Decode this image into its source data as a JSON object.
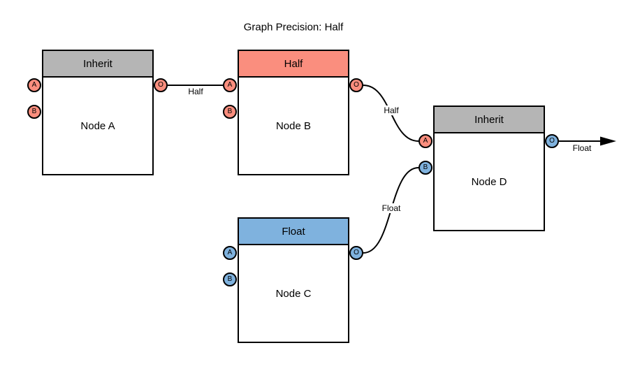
{
  "title": "Graph Precision: Half",
  "colors": {
    "salmon": "#FA8E7E",
    "blue": "#7FB2DE",
    "gray": "#B5B5B5",
    "stroke": "#000000",
    "background": "#FFFFFF"
  },
  "nodes": [
    {
      "name": "Node A",
      "header": "Inherit",
      "header_color": "#B5B5B5",
      "ports": [
        {
          "label": "A",
          "color": "#FA8E7E"
        },
        {
          "label": "B",
          "color": "#FA8E7E"
        },
        {
          "label": "O",
          "color": "#FA8E7E"
        }
      ]
    },
    {
      "name": "Node B",
      "header": "Half",
      "header_color": "#FA8E7E",
      "ports": [
        {
          "label": "A",
          "color": "#FA8E7E"
        },
        {
          "label": "B",
          "color": "#FA8E7E"
        },
        {
          "label": "O",
          "color": "#FA8E7E"
        }
      ]
    },
    {
      "name": "Node C",
      "header": "Float",
      "header_color": "#7FB2DE",
      "ports": [
        {
          "label": "A",
          "color": "#7FB2DE"
        },
        {
          "label": "B",
          "color": "#7FB2DE"
        },
        {
          "label": "O",
          "color": "#7FB2DE"
        }
      ]
    },
    {
      "name": "Node D",
      "header": "Inherit",
      "header_color": "#B5B5B5",
      "ports": [
        {
          "label": "A",
          "color": "#FA8E7E"
        },
        {
          "label": "B",
          "color": "#7FB2DE"
        },
        {
          "label": "O",
          "color": "#7FB2DE"
        }
      ]
    }
  ],
  "edges": [
    {
      "from": "Node A.O",
      "to": "Node B.A",
      "label": "Half"
    },
    {
      "from": "Node B.O",
      "to": "Node D.A",
      "label": "Half"
    },
    {
      "from": "Node C.O",
      "to": "Node D.B",
      "label": "Float"
    },
    {
      "from": "Node D.O",
      "to": "graph-output",
      "label": "Float"
    }
  ]
}
